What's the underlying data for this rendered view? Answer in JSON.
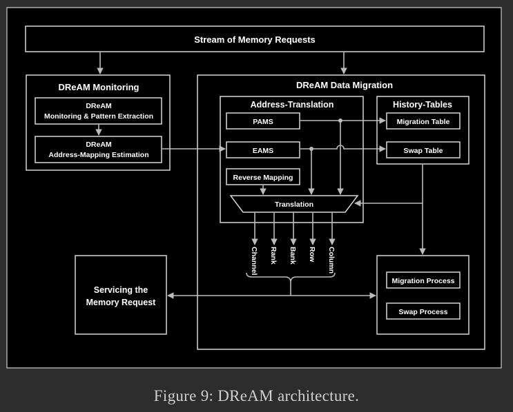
{
  "stream": {
    "label": "Stream of Memory Requests"
  },
  "monitoring": {
    "title": "DReAM Monitoring",
    "extraction": {
      "line1": "DReAM",
      "line2": "Monitoring & Pattern Extraction"
    },
    "estimation": {
      "line1": "DReAM",
      "line2": "Address-Mapping Estimation"
    }
  },
  "migration": {
    "title": "DReAM Data Migration",
    "address_translation": {
      "title": "Address-Translation",
      "pams": "PAMS",
      "eams": "EAMS",
      "reverse": "Reverse Mapping",
      "translation": "Translation",
      "outputs": [
        "Channel",
        "Rank",
        "Bank",
        "Row",
        "Column"
      ]
    },
    "history_tables": {
      "title": "History-Tables",
      "migration_table": "Migration Table",
      "swap_table": "Swap Table"
    },
    "process": {
      "migration_process": "Migration Process",
      "swap_process": "Swap Process"
    }
  },
  "servicing": {
    "line1": "Servicing the",
    "line2": "Memory Request"
  },
  "caption": "Figure 9: DReAM architecture.",
  "colors": {
    "background": "#2d2d2d",
    "box_fill": "#000000",
    "line": "#bcbcbc",
    "text": "#ffffff"
  }
}
